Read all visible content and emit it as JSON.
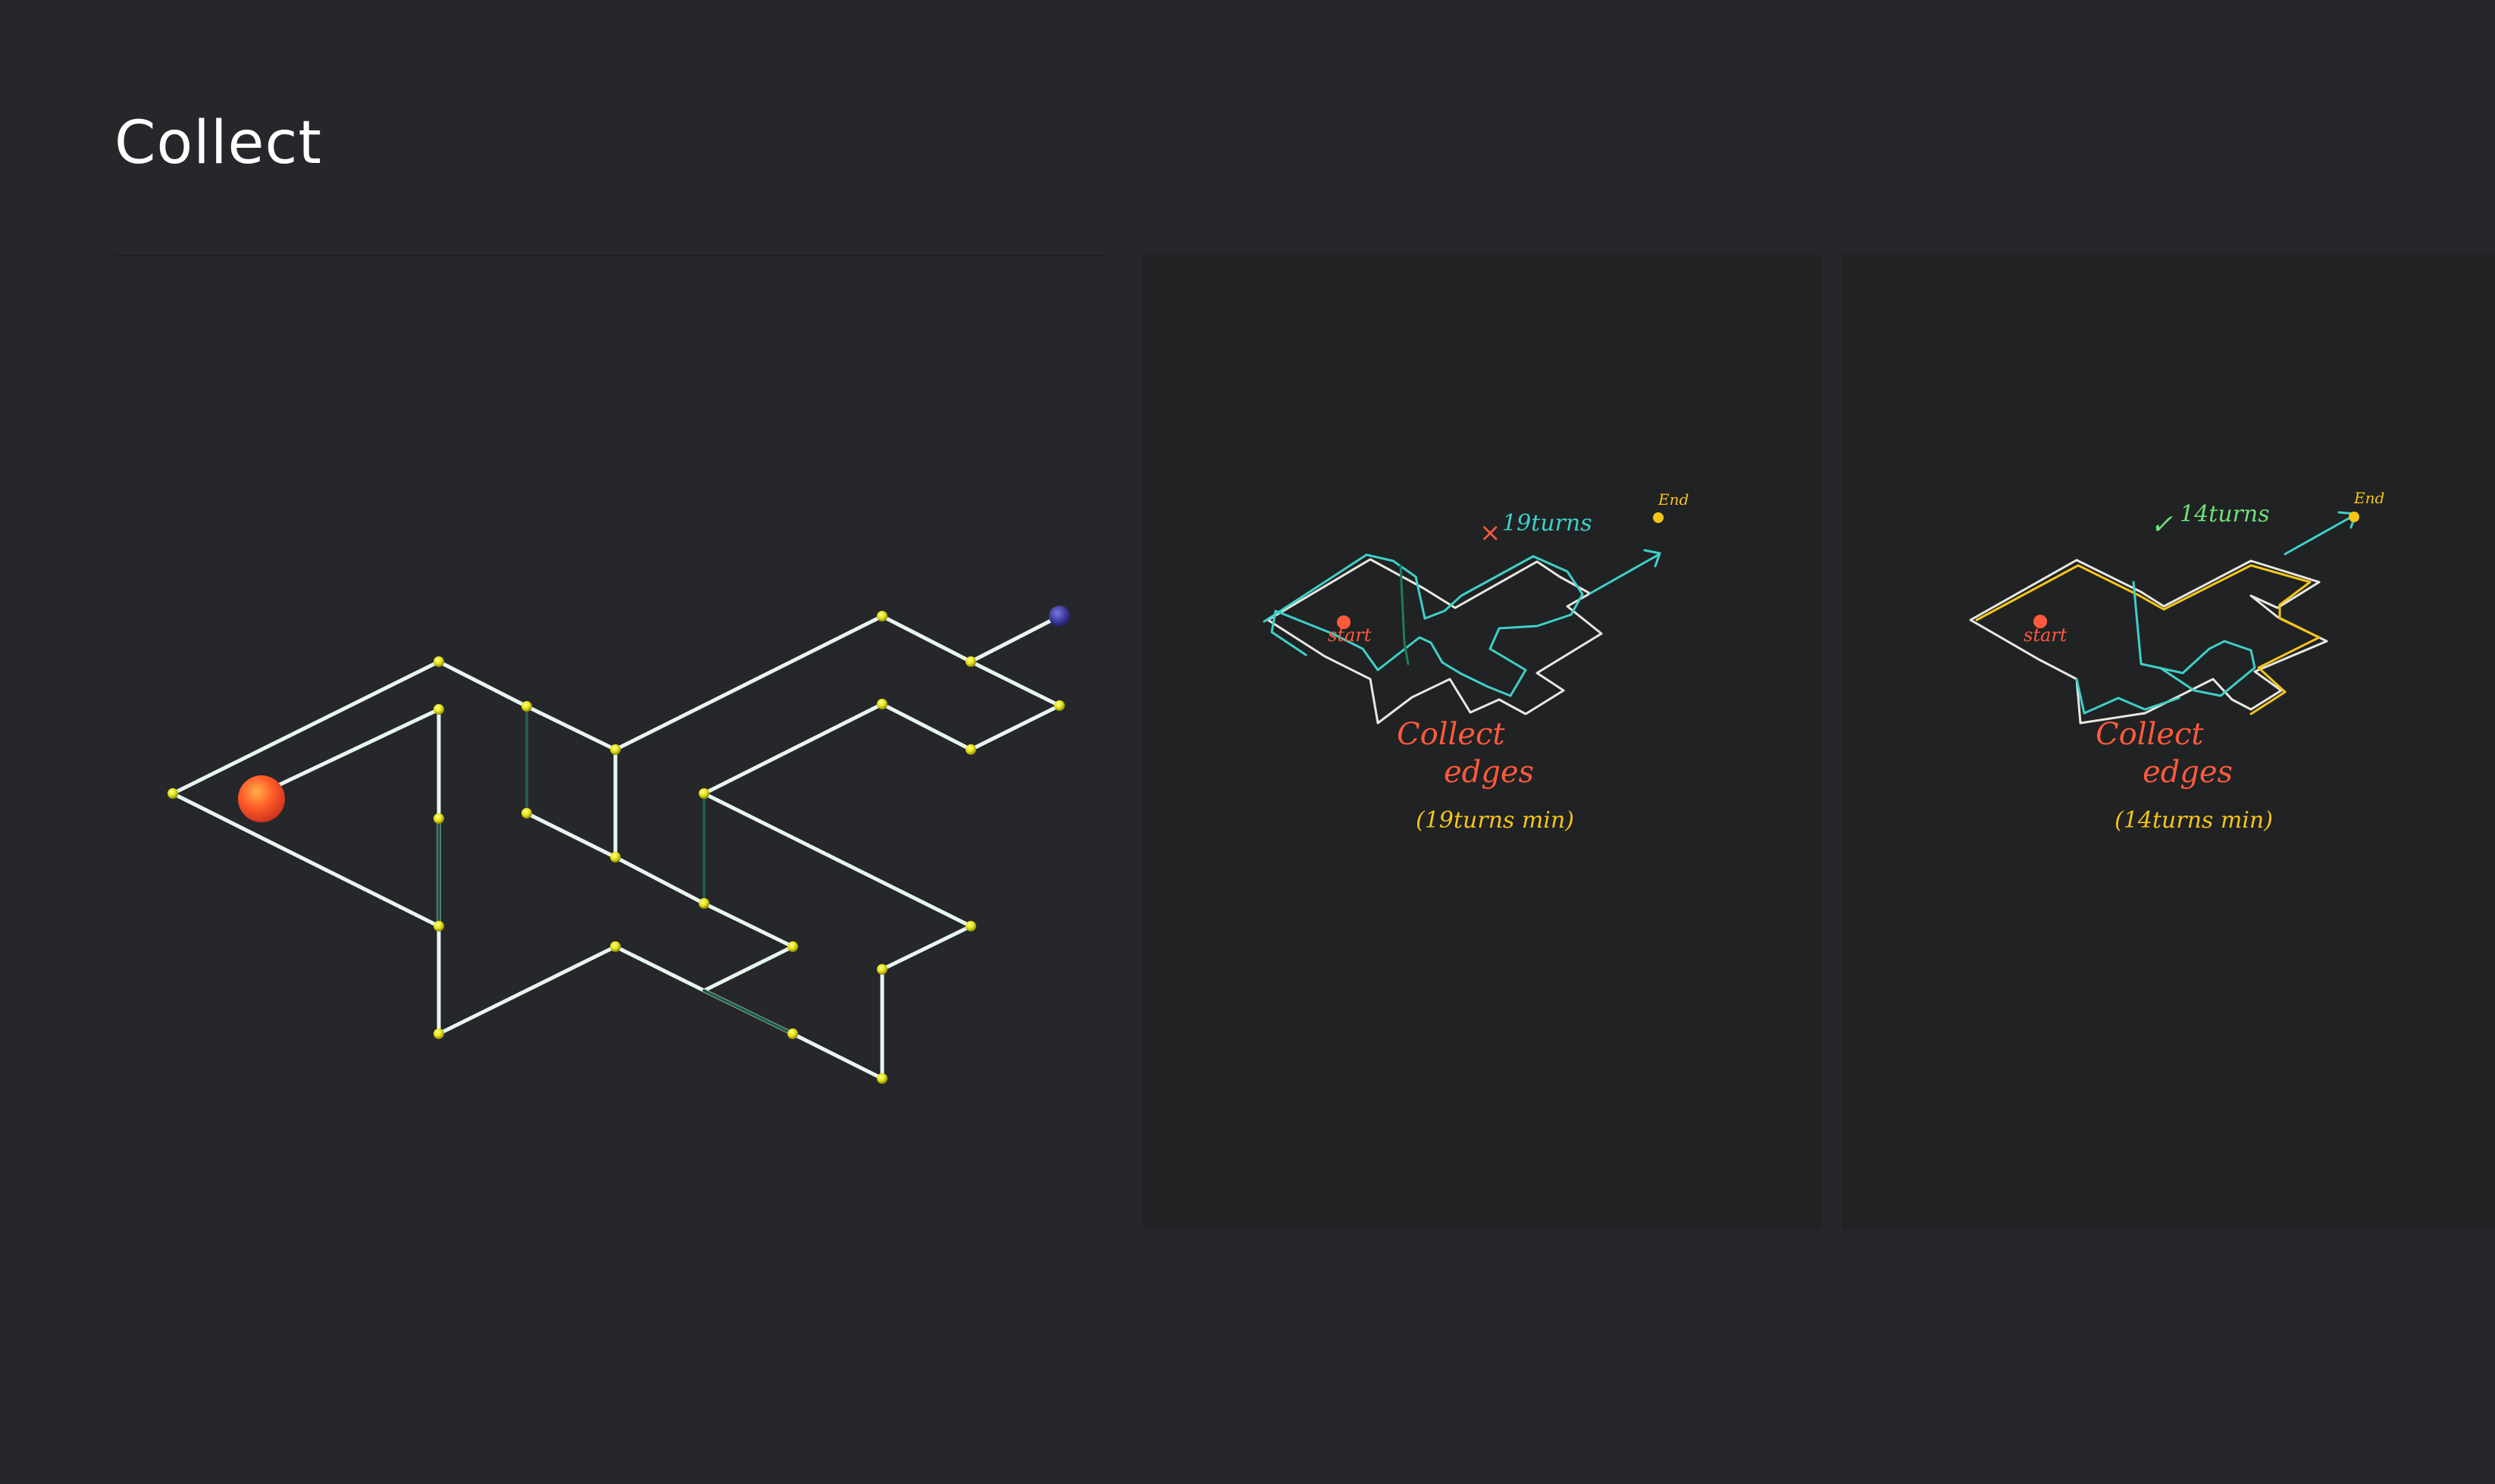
{
  "page": {
    "title": "Collect"
  },
  "sketch_a": {
    "verdict_mark": "×",
    "verdict_text": "19turns",
    "start_label": "start",
    "end_label": "End",
    "caption_line1": "Collect",
    "caption_line2": "edges",
    "caption_line3": "(19turns min)"
  },
  "sketch_b": {
    "verdict_mark": "✓",
    "verdict_text": "14turns",
    "start_label": "start",
    "end_label": "End",
    "caption_line1": "Collect",
    "caption_line2": "edges",
    "caption_line3": "(14turns min)"
  },
  "colors": {
    "background": "#26272a",
    "panel": "#202223",
    "edge": "#e8f6f1",
    "collected_edge": "#1f5e46",
    "node": "#e5e312",
    "player": "#ff5a28",
    "goal": "#3b3796",
    "sketch_cyan": "#3fd0c8",
    "sketch_yellow": "#f5c518",
    "sketch_red": "#ff5a3c",
    "sketch_green": "#6ee07a"
  }
}
